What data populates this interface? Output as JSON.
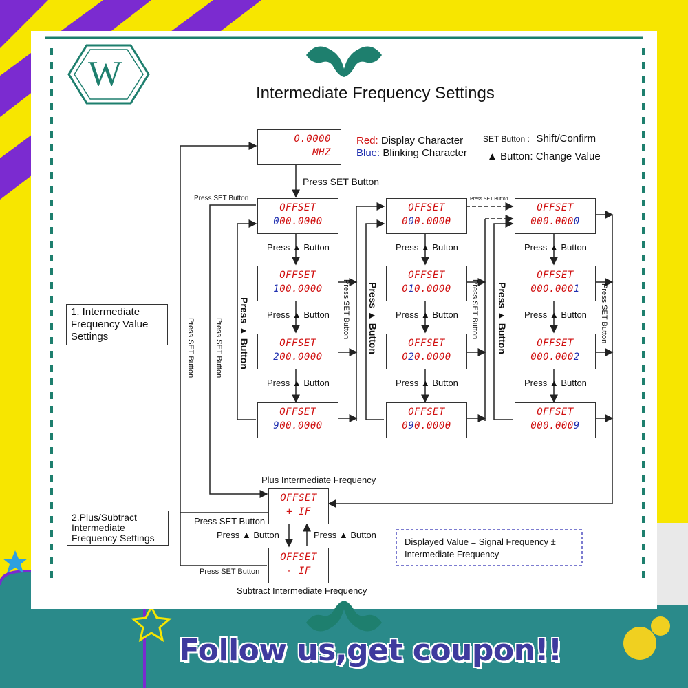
{
  "title": "Intermediate Frequency Settings",
  "banner": "Follow us,get coupon!!",
  "colors": {
    "frame_teal": "#1e7f6e",
    "purple": "#7b2bd0",
    "yellow": "#f7e600",
    "lcd_red": "#d01010",
    "lcd_blue": "#2030b0",
    "banner_text": "#3e3a9e"
  },
  "logo_letter": "W",
  "legend": {
    "red_word": "Red:",
    "red_text": " Display Character",
    "blue_word": "Blue:",
    "blue_text": " Blinking Character",
    "set_key": "SET Button :",
    "set_val": "Shift/Confirm",
    "arrow_key": "▲ Button: Change Value"
  },
  "display_top": {
    "l1": "0.0000",
    "l2": "MHZ"
  },
  "press_set_button": "Press SET Button",
  "press_set_small": "Press SET Button",
  "press_up_button": "Press ▲ Button",
  "offset": "OFFSET",
  "columns": [
    {
      "values": [
        "000.0000",
        "100.0000",
        "200.0000",
        "900.0000"
      ]
    },
    {
      "values": [
        "000.0000",
        "010.0000",
        "020.0000",
        "090.0000"
      ]
    },
    {
      "values": [
        "000.0000",
        "000.0001",
        "000.0002",
        "000.0009"
      ]
    }
  ],
  "section1": "1. Intermediate Frequency Value Settings",
  "section2": "2.Plus/Subtract Intermediate Frequency Settings",
  "plus_label": "Plus Intermediate Frequency",
  "plus_value": "+ IF",
  "minus_label": "Subtract Intermediate Frequency",
  "minus_value": "- IF",
  "formula": "Displayed Value = Signal Frequency ± Intermediate Frequency"
}
